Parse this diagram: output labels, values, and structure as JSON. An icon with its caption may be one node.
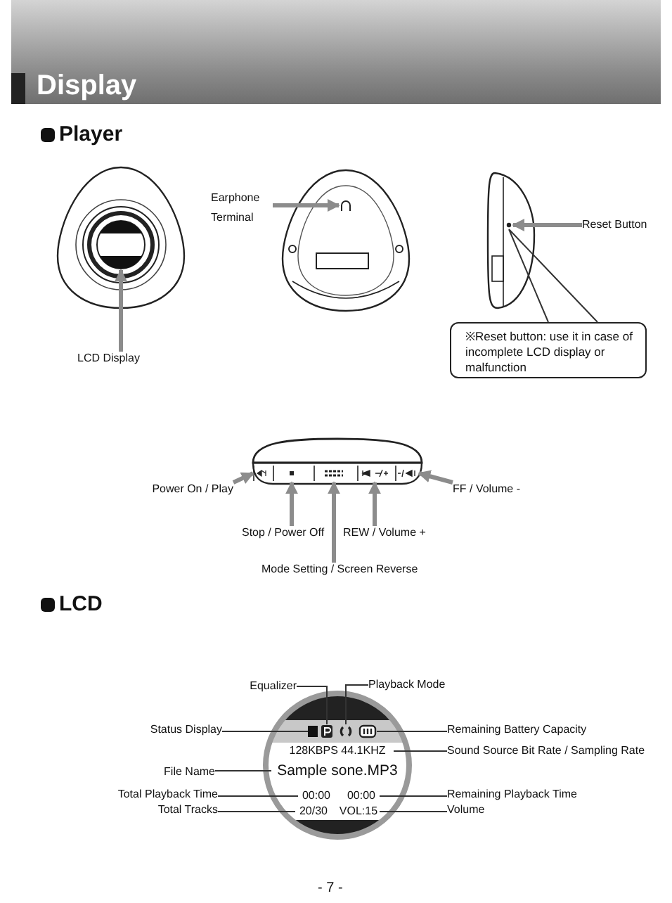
{
  "diagram": {
    "title": "Display",
    "nodes": [
      {
        "text": [
          "Earphone Terminal"
        ]
      },
      {
        "text": [],
        "shape": "circle"
      },
      {
        "text": [],
        "shape": "circle"
      },
      {
        "text": [
          "Reset Button"
        ]
      },
      {
        "text": [],
        "shape": "circle"
      },
      {
        "text": [
          "LCD Display"
        ]
      },
      {
        "text": [
          "※Reset button: use it in case of incomplete LCD display or malfunction"
        ]
      },
      {
        "text": [],
        "shape": "box"
      },
      {
        "text": [],
        "shape": "box"
      },
      {
        "text": [],
        "shape": "box"
      },
      {
        "text": [],
        "shape": "box"
      },
      {
        "text": [],
        "shape": "box"
      },
      {
        "text": [
          "Power On / Play"
        ]
      },
      {
        "text": [
          "FF / Volume -"
        ]
      },
      {
        "text": [
          "Stop / Power Off"
        ]
      },
      {
        "text": [
          "REW / Volume +"
        ]
      },
      {
        "text": [
          "Mode Setting / Screen Reverse"
        ]
      },
      {
        "text": [
          "Equalizer"
        ]
      },
      {
        "text": [
          "Playback Mode"
        ]
      },
      {
        "text": [],
        "shape": "circle"
      },
      {
        "text": [
          "Status Display"
        ]
      },
      {
        "text": [],
        "shape": "box",
        "in": 19
      },
      {
        "text": [],
        "shape": "box",
        "in": 19
      },
      {
        "text": [],
        "shape": "circle",
        "in": 19
      },
      {
        "text": [],
        "shape": "box",
        "in": 19
      },
      {
        "text": [
          "Remaining Battery Capacity"
        ]
      },
      {
        "text": [
          "128KBPS 44.1KHZ"
        ],
        "in": 19
      },
      {
        "text": [
          "Sound Source Bit Rate / Sampling Rate"
        ]
      },
      {
        "text": [
          "File Name"
        ]
      },
      {
        "text": [
          "Sample sone.MP3"
        ],
        "in": 19
      },
      {
        "text": [
          "Total Playback Time"
        ]
      },
      {
        "text": [
          "00:00"
        ],
        "in": 19
      },
      {
        "text": [
          "00:00"
        ],
        "in": 19
      },
      {
        "text": [
          "Remaining Playback Time"
        ]
      },
      {
        "text": [
          "Total Tracks"
        ]
      },
      {
        "text": [
          "20/30"
        ],
        "in": 19
      },
      {
        "text": [
          "VOL:15"
        ],
        "in": 19
      },
      {
        "text": [
          "Volume"
        ]
      }
    ],
    "edges": [
      {
        "from": 0,
        "to": 1,
        "arrow": "to",
        "style": "thick",
        "color": "#8c8c8c"
      },
      {
        "from": 3,
        "to": 2,
        "arrow": "to",
        "style": "thick",
        "color": "#8c8c8c"
      },
      {
        "from": 5,
        "to": 4,
        "arrow": "to",
        "style": "thick",
        "color": "#8c8c8c"
      },
      {
        "from": 6,
        "to": 2,
        "arrow": "none"
      },
      {
        "from": 12,
        "to": 7,
        "arrow": "to",
        "style": "thick",
        "color": "#8c8c8c"
      },
      {
        "from": 13,
        "to": 11,
        "arrow": "to",
        "style": "thick",
        "color": "#8c8c8c"
      },
      {
        "from": 14,
        "to": 8,
        "arrow": "to",
        "style": "thick",
        "color": "#8c8c8c"
      },
      {
        "from": 15,
        "to": 10,
        "arrow": "to",
        "style": "thick",
        "color": "#8c8c8c"
      },
      {
        "from": 16,
        "to": 9,
        "arrow": "to",
        "style": "thick",
        "color": "#8c8c8c"
      },
      {
        "from": 17,
        "to": 22,
        "arrow": "none"
      },
      {
        "from": 18,
        "to": 23,
        "arrow": "none"
      },
      {
        "from": 20,
        "to": 21,
        "arrow": "none"
      },
      {
        "from": 25,
        "to": 24,
        "arrow": "none"
      },
      {
        "from": 27,
        "to": 26,
        "arrow": "none"
      },
      {
        "from": 28,
        "to": 29,
        "arrow": "none"
      },
      {
        "from": 30,
        "to": 31,
        "arrow": "none"
      },
      {
        "from": 33,
        "to": 32,
        "arrow": "none"
      },
      {
        "from": 34,
        "to": 35,
        "arrow": "none"
      },
      {
        "from": 37,
        "to": 36,
        "arrow": "none"
      }
    ],
    "labels": [
      "Player",
      "LCD",
      "- 7 -"
    ]
  }
}
